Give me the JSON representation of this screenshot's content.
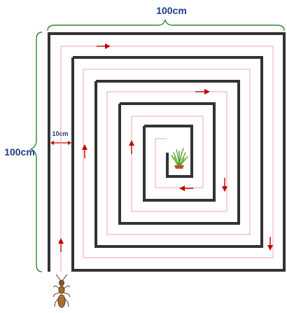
{
  "labels": {
    "top_width": "100cm",
    "left_height": "100cm",
    "corridor": "10cm"
  },
  "colors": {
    "wall": "#333333",
    "path": "#f4a6a6",
    "arrow": "#c00000",
    "brace": "#2e8b2e",
    "label": "#1f3a8a",
    "grass": "#4f9a2a",
    "pot": "#c94b2b",
    "insect": "#8a5a2b"
  },
  "icons": {
    "goal": "grass-plant-icon",
    "start": "ant-insect-icon"
  }
}
